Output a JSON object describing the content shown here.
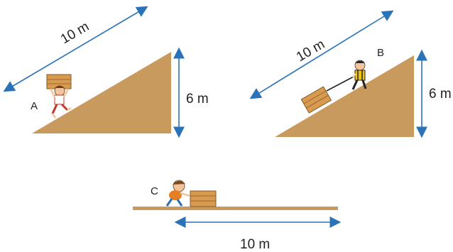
{
  "colors": {
    "ramp": "#c99a5e",
    "ground": "#c99a5e",
    "arrow": "#2b73b8",
    "box": "#d79a4f",
    "box_edge": "#8a5a26",
    "text": "#222222"
  },
  "scenario_a": {
    "letter": "A",
    "slope_label": "10 m",
    "height_label": "6 m",
    "action": "person carrying a box on shoulders walking up the ramp",
    "icons": [
      "ramp",
      "person-carrying-box-icon"
    ]
  },
  "scenario_b": {
    "letter": "B",
    "slope_label": "10 m",
    "height_label": "6 m",
    "action": "person pulling a box up the ramp with a rope",
    "icons": [
      "ramp",
      "person-pulling-icon",
      "box-icon"
    ]
  },
  "scenario_c": {
    "letter": "C",
    "distance_label": "10 m",
    "action": "person pushing a box along flat ground",
    "icons": [
      "ground-line",
      "person-pushing-icon",
      "box-icon"
    ]
  }
}
